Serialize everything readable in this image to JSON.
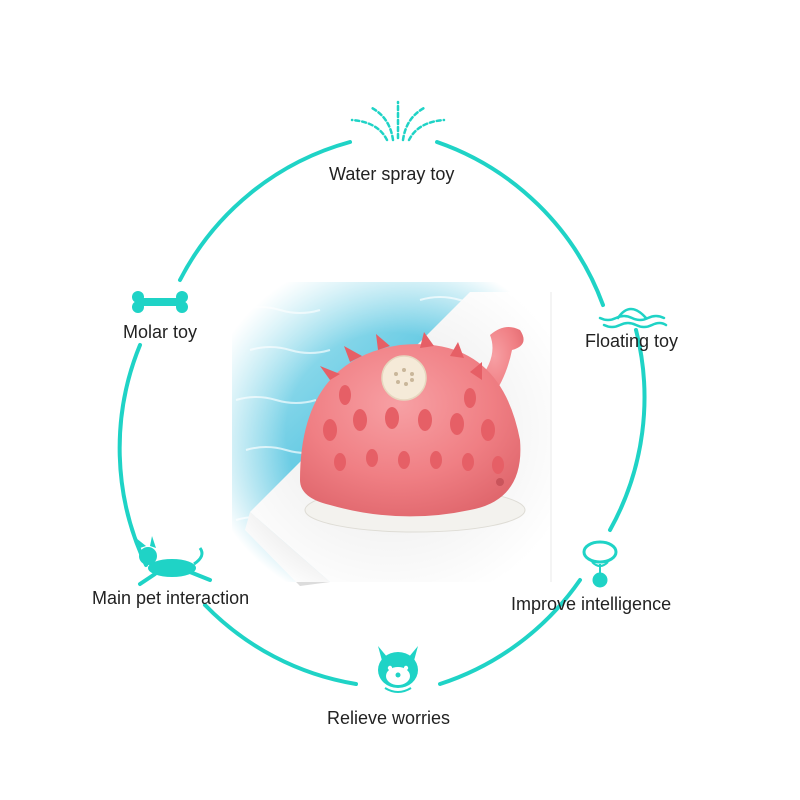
{
  "colors": {
    "accent": "#1fd3c6",
    "text": "#222222",
    "toy_body": "#f07f84",
    "toy_spike": "#e65f66",
    "toy_base": "#f3f2ee",
    "nozzle": "#f5ead8",
    "water_light": "#9fe0ef",
    "water_dark": "#3fb5d6",
    "platform": "#f4f4f4"
  },
  "features": [
    {
      "label": "Water spray toy",
      "icon": "water-fountain-icon"
    },
    {
      "label": "Floating toy",
      "icon": "float-icon"
    },
    {
      "label": "Improve intelligence",
      "icon": "pet-collar-icon"
    },
    {
      "label": "Relieve worries",
      "icon": "shiba-dog-face-icon"
    },
    {
      "label": "Main pet interaction",
      "icon": "running-dog-icon"
    },
    {
      "label": "Molar toy",
      "icon": "bone-icon"
    }
  ],
  "product": {
    "icon": "pufferfish-toy-image"
  }
}
